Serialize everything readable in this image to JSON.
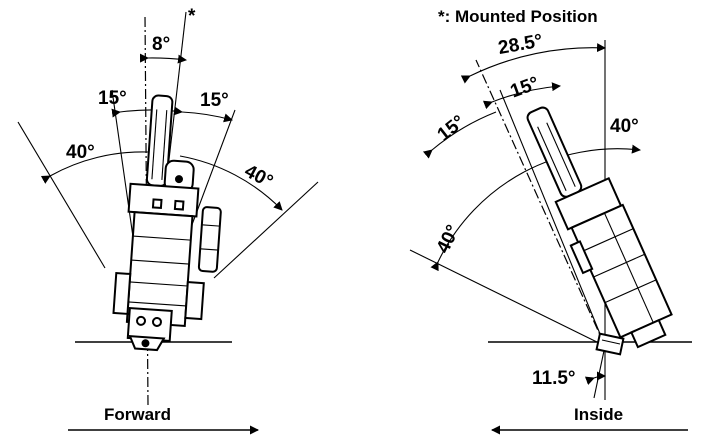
{
  "legend": {
    "symbol": "*",
    "text": "*: Mounted Position"
  },
  "left_view": {
    "caption": "Forward",
    "mounted_marker": "*",
    "angles": {
      "mount_offset": "8°",
      "inner_left": "15°",
      "inner_right": "15°",
      "outer_left": "40°",
      "outer_right": "40°"
    }
  },
  "right_view": {
    "caption": "Inside",
    "angles": {
      "top_total": "28.5°",
      "top_inner": "15°",
      "left_mid": "15°",
      "left_outer": "40°",
      "right_outer": "40°",
      "base_tilt": "11.5°"
    }
  },
  "colors": {
    "ink": "#000000",
    "paper": "#ffffff"
  }
}
